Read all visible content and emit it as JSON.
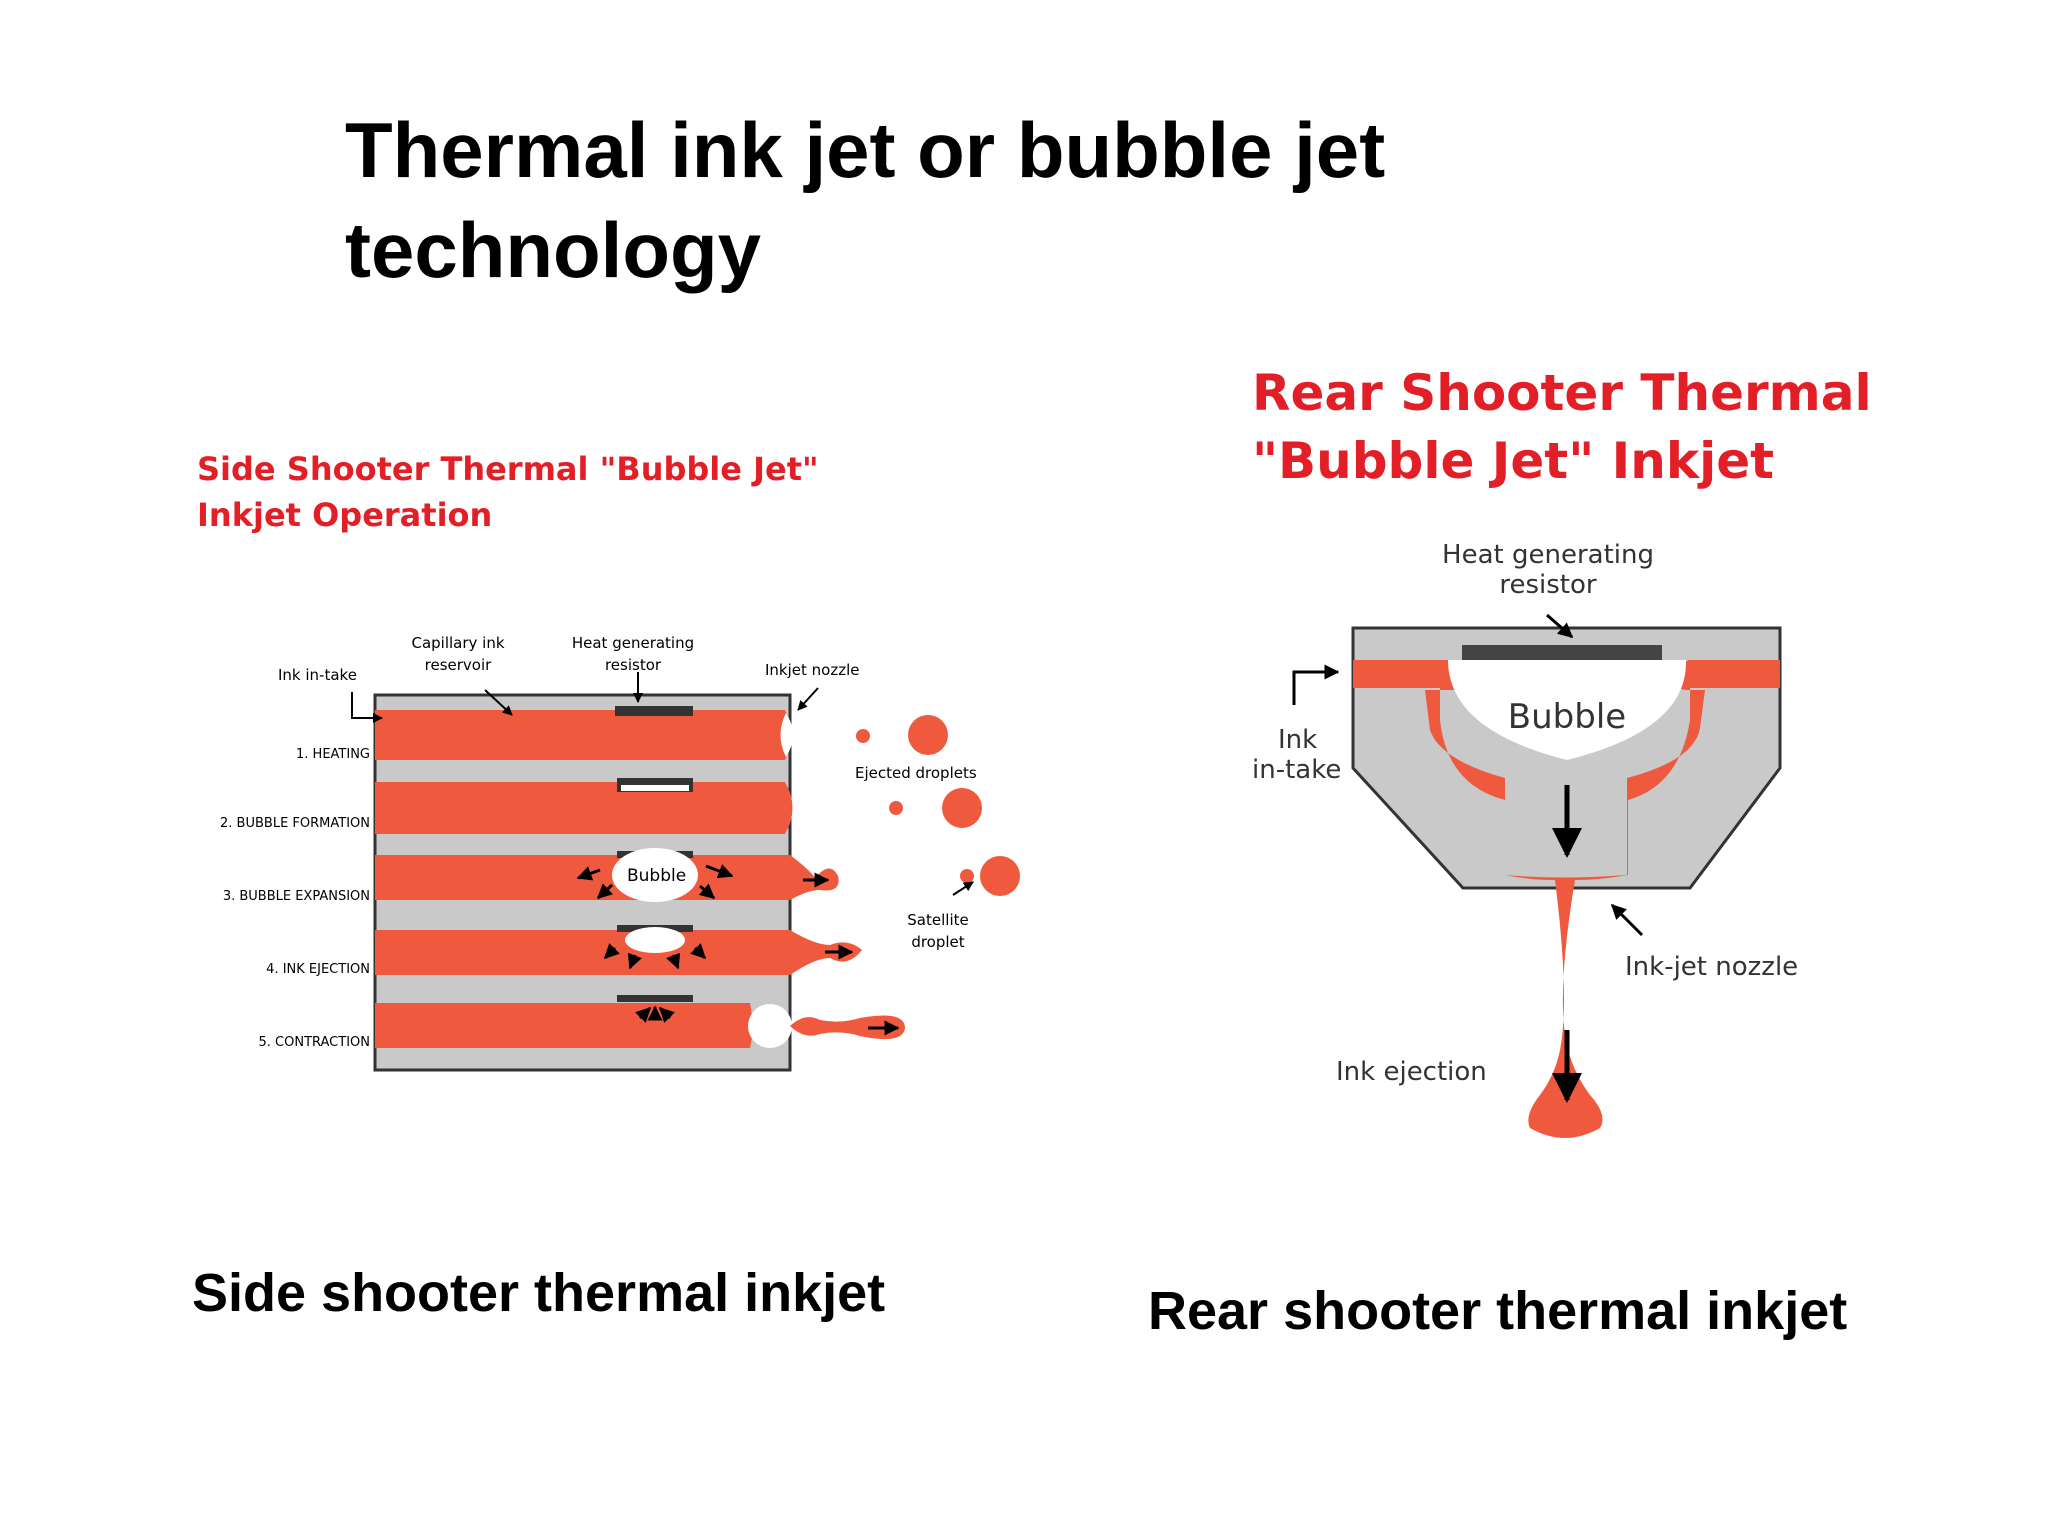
{
  "title_lines": [
    "Thermal ink jet or bubble jet",
    "technology"
  ],
  "colors": {
    "ink": "#ef5a3f",
    "red_text": "#e21f26",
    "gray": "#c9c9c9",
    "dark": "#333333"
  },
  "side": {
    "heading_lines": [
      "Side Shooter Thermal \"Bubble Jet\"",
      "Inkjet Operation"
    ],
    "ink_intake": "Ink in-take",
    "capillary": [
      "Capillary ink",
      "reservoir"
    ],
    "heat_resistor": [
      "Heat generating",
      "resistor"
    ],
    "nozzle": "Inkjet nozzle",
    "ejected": "Ejected droplets",
    "satellite": [
      "Satellite",
      "droplet"
    ],
    "bubble": "Bubble",
    "steps": [
      "1. HEATING",
      "2. BUBBLE FORMATION",
      "3. BUBBLE EXPANSION",
      "4. INK EJECTION",
      "5. CONTRACTION"
    ],
    "caption": "Side shooter thermal inkjet"
  },
  "rear": {
    "heading_lines": [
      "Rear Shooter Thermal",
      "\"Bubble Jet\" Inkjet"
    ],
    "heat_resistor": [
      "Heat generating",
      "resistor"
    ],
    "bubble": "Bubble",
    "ink_intake": [
      "Ink",
      "in-take"
    ],
    "nozzle": "Ink-jet nozzle",
    "ejection": "Ink ejection",
    "caption": "Rear shooter thermal inkjet"
  }
}
